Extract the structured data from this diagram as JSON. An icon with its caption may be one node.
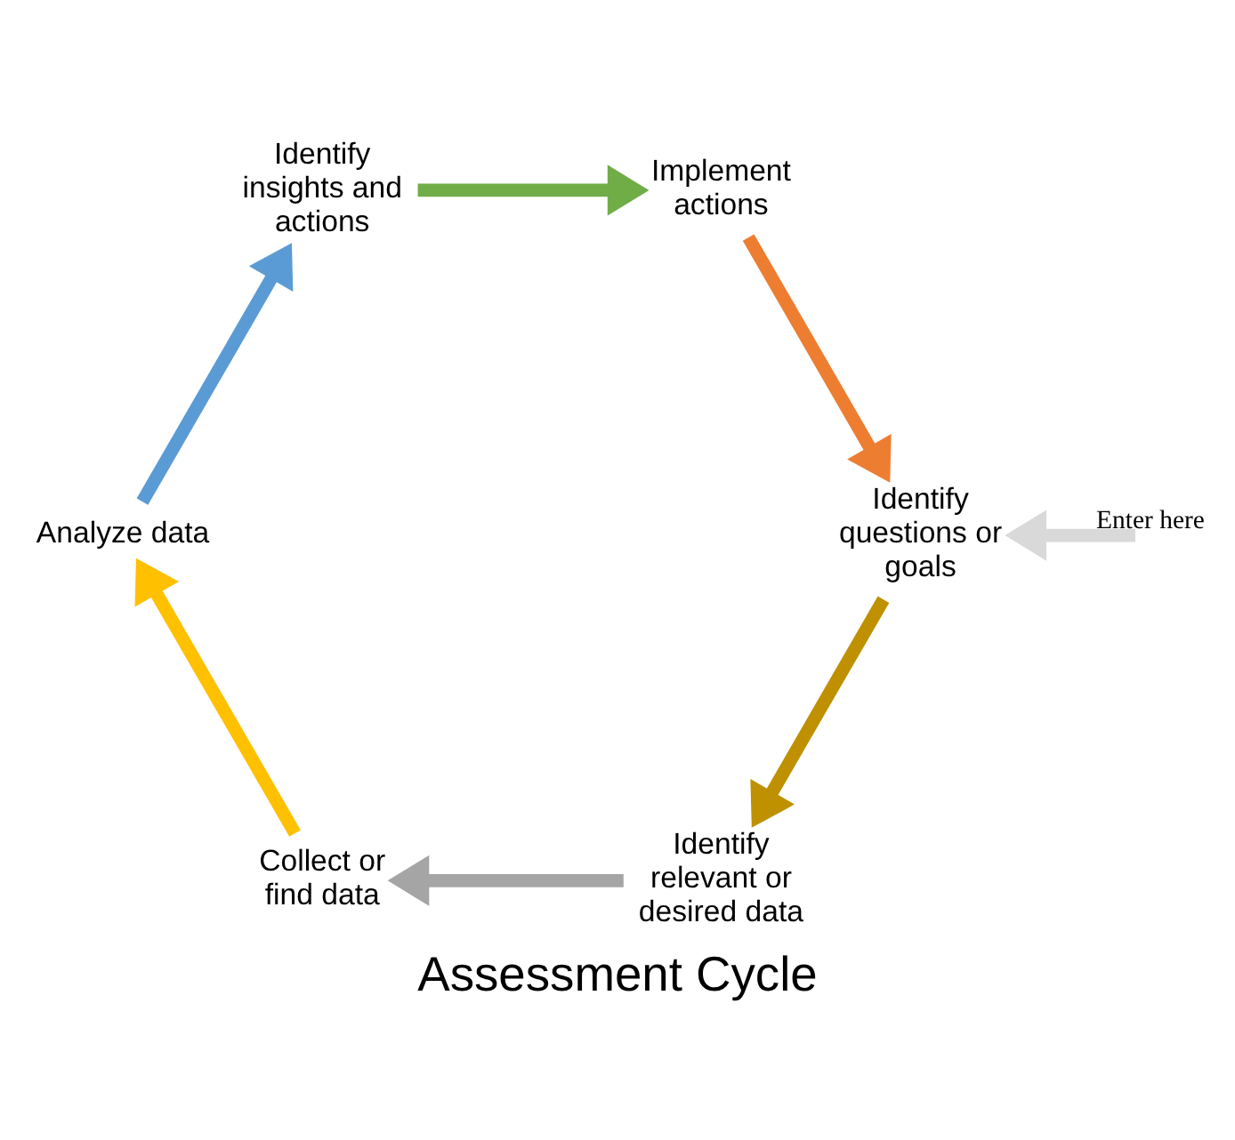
{
  "diagram": {
    "title": "Assessment Cycle",
    "nodes": [
      {
        "text": [
          "Identify questions or goals"
        ]
      },
      {
        "text": [
          "Identify relevant or desired data"
        ]
      },
      {
        "text": [
          "Collect or find data"
        ]
      },
      {
        "text": [
          "Analyze data"
        ]
      },
      {
        "text": [
          "Identify insights and actions"
        ]
      },
      {
        "text": [
          "Implement actions"
        ]
      }
    ],
    "edges": [
      {
        "from": 0,
        "to": 1,
        "arrow": "to",
        "color": "#bf9000"
      },
      {
        "from": 1,
        "to": 2,
        "arrow": "to",
        "color": "#a5a5a5"
      },
      {
        "from": 2,
        "to": 3,
        "arrow": "to",
        "color": "#ffc000"
      },
      {
        "from": 3,
        "to": 4,
        "arrow": "to",
        "color": "#5b9bd5"
      },
      {
        "from": 4,
        "to": 5,
        "arrow": "to",
        "color": "#70ad47"
      },
      {
        "from": 5,
        "to": 0,
        "arrow": "to",
        "color": "#ed7d31"
      },
      {
        "from": null,
        "to": 0,
        "arrow": "to",
        "label": "Enter here",
        "color": "#d9d9d9"
      }
    ]
  }
}
